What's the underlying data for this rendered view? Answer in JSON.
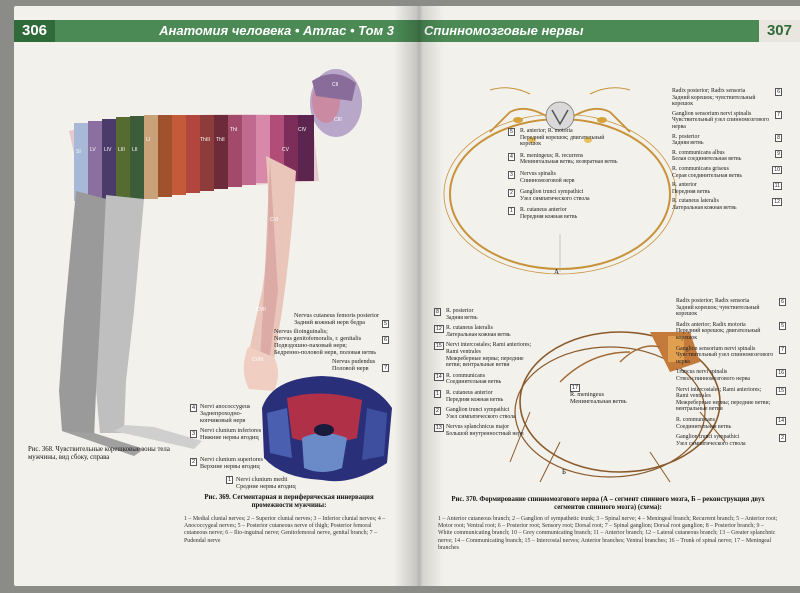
{
  "left_page": {
    "page_number": "306",
    "header": "Анатомия человека • Атлас • Том 3",
    "fig368_caption": "Рис. 368. Чувствительные корешковые зоны тела мужчины, вид сбоку, справа",
    "fig369_title": "Рис. 369. Сегментарная и периферическая иннервация промежности мужчины:",
    "fig369_labels": [
      "Nervus cutaneus femoris posterior",
      "Задний кожный нерв бедра",
      "Nervus ilioinguinalis;",
      "Nervus genitofemoralis, r. genitalis",
      "Подвздошно-паховый нерв;",
      "Бедренно-половой нерв, половая ветвь",
      "Nervus pudendus",
      "Половой нерв",
      "Nervi anococcygeus",
      "Заднепроходно-копчиковый нерв",
      "Nervi clunium inferiores",
      "Нижние нервы ягодиц",
      "Nervi clunium superiores",
      "Верхние нервы ягодиц",
      "Nervi clunium medii",
      "Средние нервы ягодиц"
    ],
    "fig369_numbers": [
      "5",
      "6",
      "4",
      "3",
      "2",
      "1",
      "7"
    ],
    "fig369_legend": "1 – Medial clunial nerves; 2 – Superior clunial nerves; 3 – Inferior clunial nerves; 4 – Anococcygeal nerves; 5 – Posterior cutaneous nerve of thigh; Posterior femoral cutaneous nerve; 6 – Ilio-inguinal nerve; Genitofemoral nerve, genital branch; 7 – Pudendal nerve",
    "body_segments": [
      "CII",
      "CIII",
      "CIV",
      "CV",
      "CVI",
      "CVII",
      "CVIII",
      "ThI",
      "ThII",
      "ThIII",
      "LI",
      "LII",
      "LIII",
      "LIV",
      "LV",
      "SI",
      "SII",
      "SIII",
      "SIV",
      "SV"
    ]
  },
  "right_page": {
    "page_number": "307",
    "header": "Спинномозговые нервы",
    "fig370_caption": "Рис. 370. Формирование спинномозгового нерва (А – сегмент спинного мозга, Б – реконструкция двух сегментов спинного мозга) (схема):",
    "diagram_a_letter": "А",
    "diagram_b_letter": "Б",
    "a_labels_right": [
      {
        "n": "6",
        "lat": "Radix posterior; Radix sensoria",
        "ru": "Задний корешок; чувствительный корешок"
      },
      {
        "n": "7",
        "lat": "Ganglion sensorium nervi spinalis",
        "ru": "Чувствительный узел спинномозгового нерва"
      },
      {
        "n": "8",
        "lat": "R. posterior",
        "ru": "Задняя ветвь"
      },
      {
        "n": "9",
        "lat": "R. communicans albus",
        "ru": "Белая соединительная ветвь"
      },
      {
        "n": "10",
        "lat": "R. communicans griseus",
        "ru": "Серая соединительная ветвь"
      },
      {
        "n": "11",
        "lat": "R. anterior",
        "ru": "Передняя ветвь"
      },
      {
        "n": "12",
        "lat": "R. cutaneus lateralis",
        "ru": "Латеральная кожная ветвь"
      }
    ],
    "a_labels_left": [
      {
        "n": "5",
        "lat": "R. anterior; R. motoria",
        "ru": "Передний корешок; двигательный корешок"
      },
      {
        "n": "4",
        "lat": "R. meningeus; R. recurrens",
        "ru": "Менингеальная ветвь; возвратная ветвь"
      },
      {
        "n": "3",
        "lat": "Nervus spinalis",
        "ru": "Спинномозговой нерв"
      },
      {
        "n": "2",
        "lat": "Ganglion trunci sympathici",
        "ru": "Узел симпатического ствола"
      },
      {
        "n": "1",
        "lat": "R. cutaneus anterior",
        "ru": "Передняя кожная ветвь"
      }
    ],
    "b_labels_left": [
      {
        "n": "8",
        "lat": "R. posterior",
        "ru": "Задняя ветвь"
      },
      {
        "n": "12",
        "lat": "R. cutaneus lateralis",
        "ru": "Латеральная кожная ветвь"
      },
      {
        "n": "15",
        "lat": "Nervi intercostales; Rami anteriores; Rami ventrales",
        "ru": "Межреберные нервы; передние ветви; вентральные ветви"
      },
      {
        "n": "14",
        "lat": "R. communicans",
        "ru": "Соединительная ветвь"
      },
      {
        "n": "1",
        "lat": "R. cutaneus anterior",
        "ru": "Передняя кожная ветвь"
      },
      {
        "n": "2",
        "lat": "Ganglion trunci sympathici",
        "ru": "Узел симпатического ствола"
      },
      {
        "n": "13",
        "lat": "Nervus splanchnicus major",
        "ru": "Большой внутренностный нерв"
      }
    ],
    "b_labels_right": [
      {
        "n": "6",
        "lat": "Radix posterior; Radix sensoria",
        "ru": "Задний корешок; чувствительный корешок"
      },
      {
        "n": "5",
        "lat": "Radix anterior; Radix motoria",
        "ru": "Передний корешок; двигательный корешок"
      },
      {
        "n": "7",
        "lat": "Ganglion sensorium nervi spinalis",
        "ru": "Чувствительный узел спинномозгового нерва"
      },
      {
        "n": "16",
        "lat": "Truncus nervi spinalis",
        "ru": "Ствол спинномозгового нерва"
      },
      {
        "n": "15",
        "lat": "Nervi intercostales; Rami anteriores; Rami ventrales",
        "ru": "Межреберные нервы; передние ветви; вентральные ветви"
      },
      {
        "n": "14",
        "lat": "R. communicans",
        "ru": "Соединительная ветвь"
      },
      {
        "n": "2",
        "lat": "Ganglion trunci sympathici",
        "ru": "Узел симпатического ствола"
      }
    ],
    "b_center_label": {
      "n": "17",
      "lat": "R. meningeus",
      "ru": "Менингеальная ветвь"
    },
    "fig370_legend": "1 – Anterior cutaneous branch; 2 – Ganglion of sympathetic trunk; 3 – Spinal nerve; 4 – Meningeal branch; Recurrent branch; 5 – Anterior root; Motor root; Ventral root; 6 – Posterior root; Sensory root; Dorsal root; 7 – Spinal ganglion; Dorsal root ganglion; 8 – Posterior branch; 9 – White communicating branch; 10 – Grey communicating branch; 11 – Anterior branch; 12 – Lateral cutaneous branch; 13 – Greater splanchnic nerve; 14 – Communicating branch; 15 – Intercostal nerves; Anterior branches; Ventral branches; 16 – Trunk of spinal nerve; 17 – Meningeal branches"
  },
  "colors": {
    "header_green": "#4b8a55",
    "page_num_green": "#2f6a3a",
    "nerve": "#c7923a"
  }
}
